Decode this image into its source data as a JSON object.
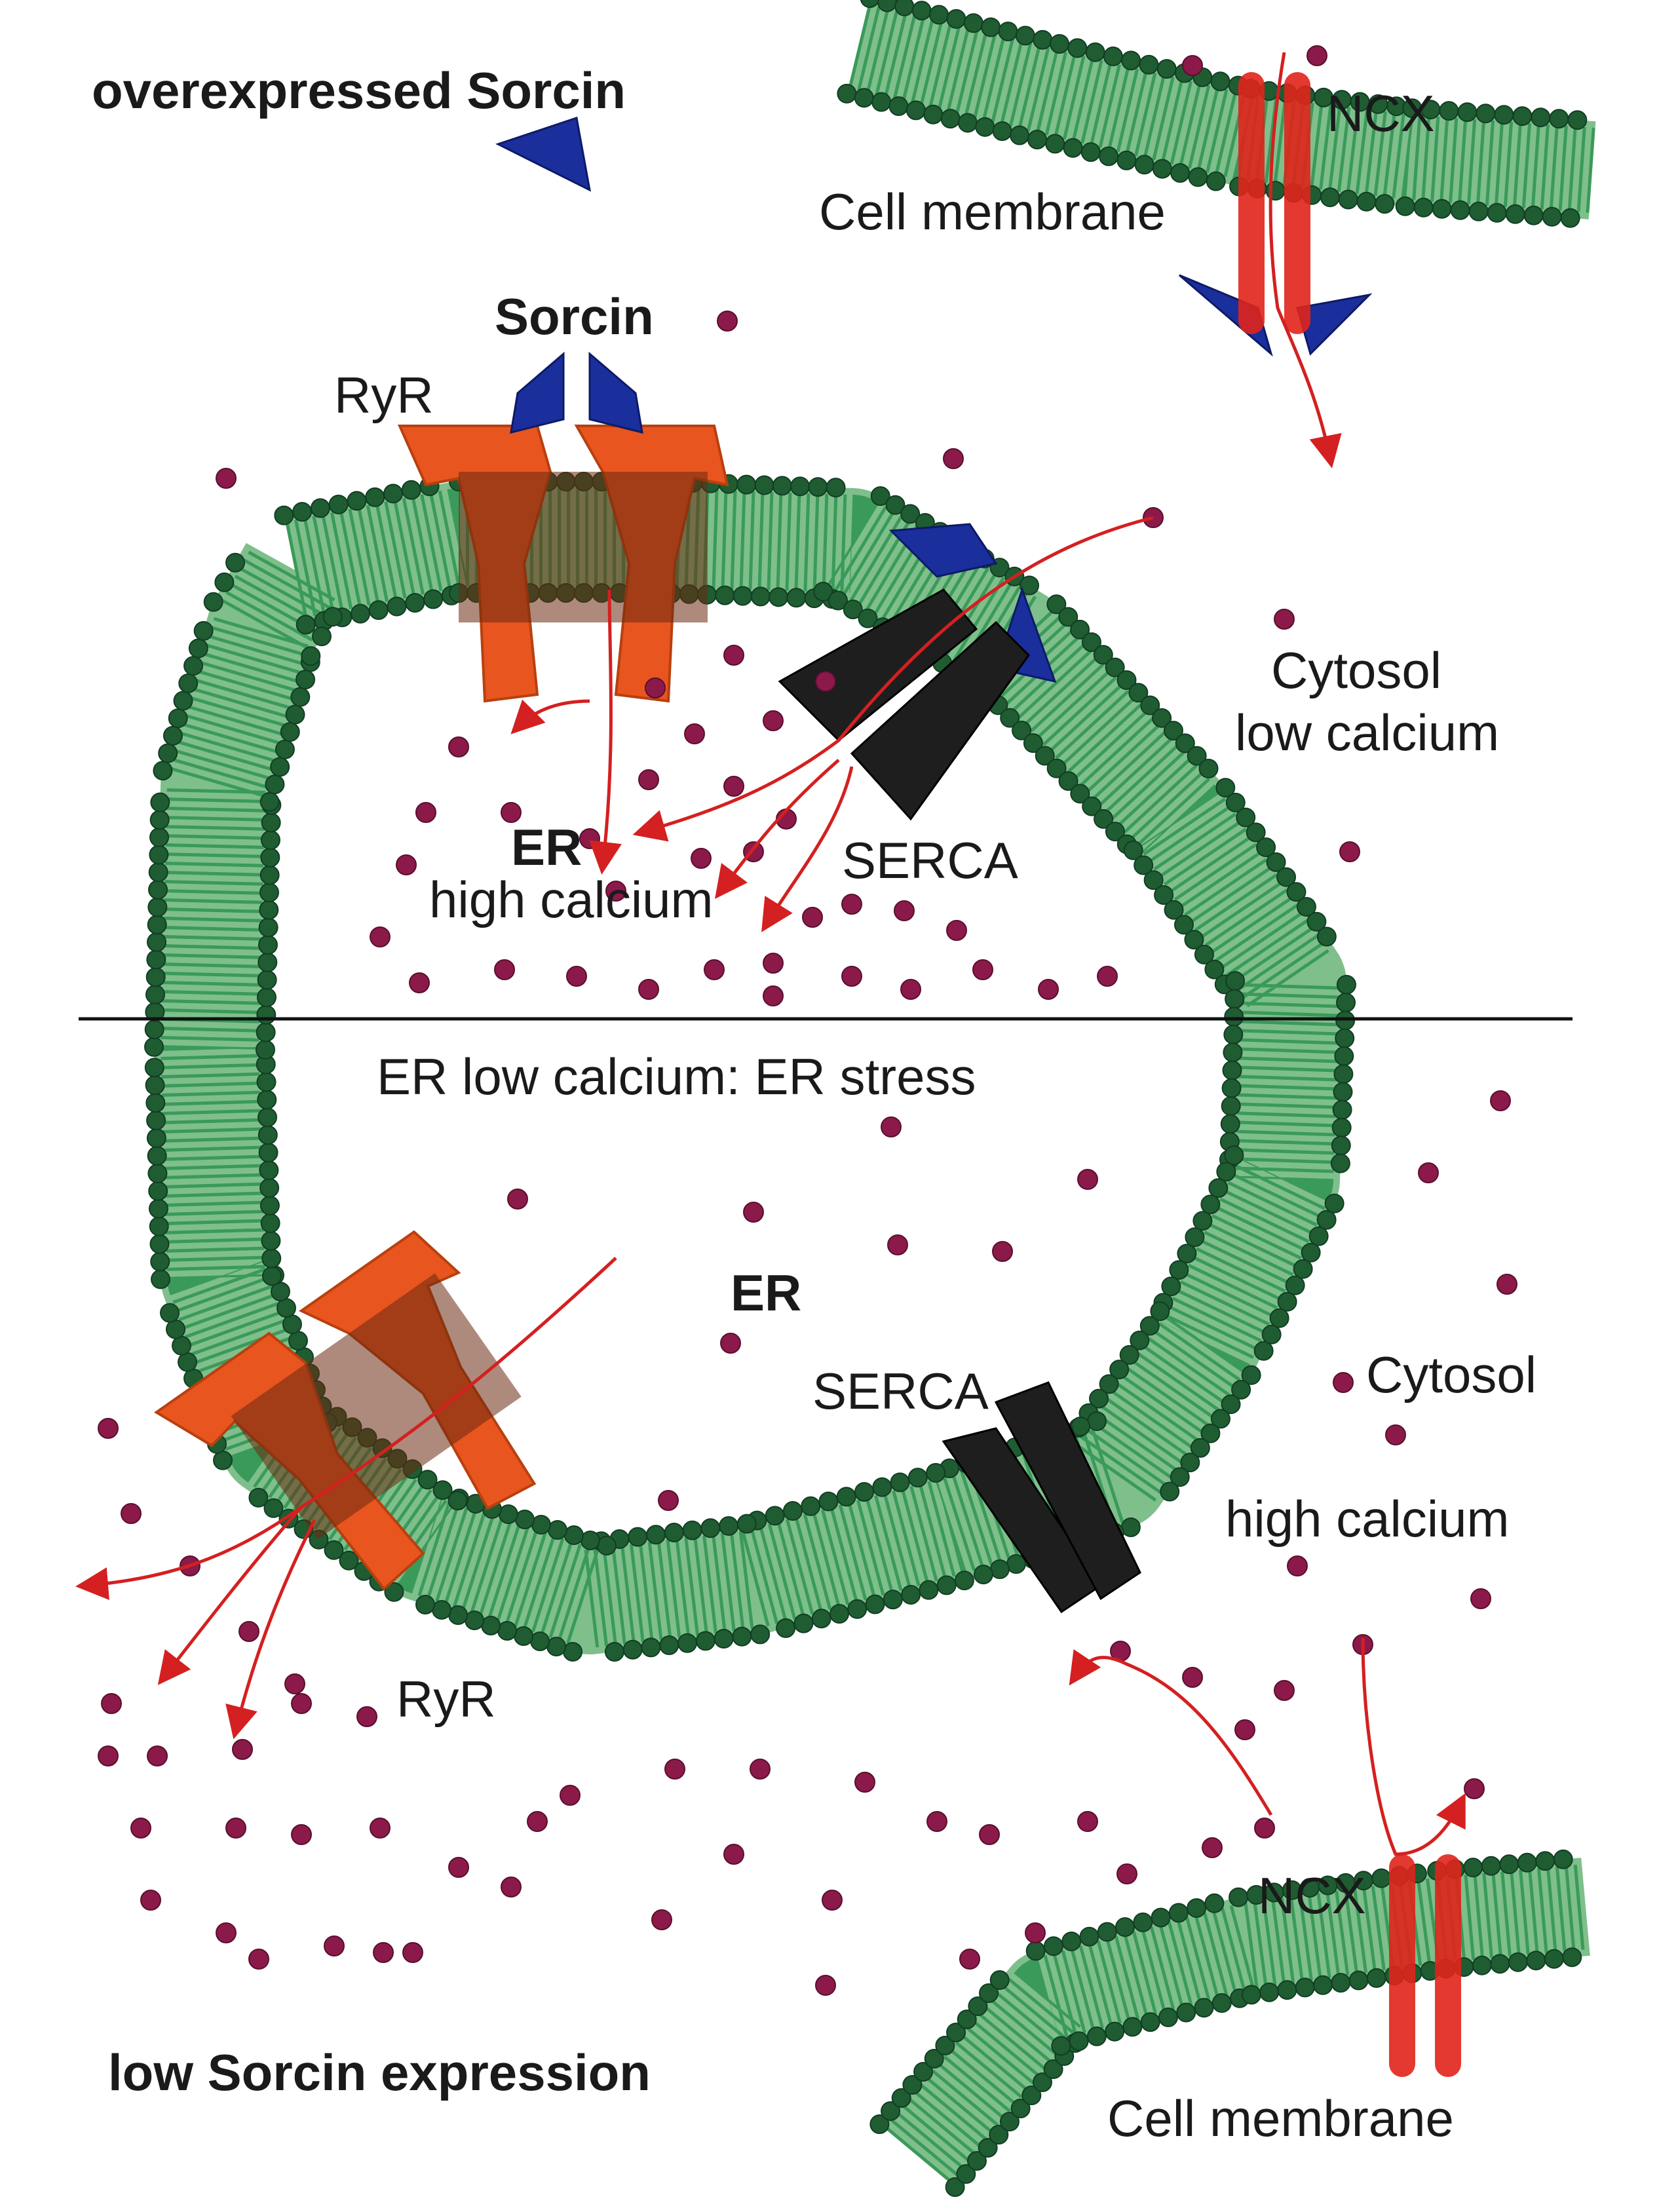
{
  "labels": {
    "overexpressed": "overexpressed Sorcin",
    "low_expression": "low Sorcin expression",
    "sorcin": "Sorcin",
    "ryr_top": "RyR",
    "ryr_bottom": "RyR",
    "ncx_top": "NCX",
    "ncx_bottom": "NCX",
    "cell_membrane_top": "Cell membrane",
    "cell_membrane_bottom": "Cell membrane",
    "serca_top": "SERCA",
    "serca_bottom": "SERCA",
    "er_top": "ER",
    "er_high_calcium": "high calcium",
    "er_stress": "ER low calcium: ER stress",
    "er_bottom": "ER",
    "cytosol_top_1": "Cytosol",
    "cytosol_top_2": "low calcium",
    "cytosol_bottom_1": "Cytosol",
    "cytosol_bottom_2": "high calcium"
  },
  "colors": {
    "membrane": "#2e8b57",
    "membrane_dark": "#1f5c32",
    "ryr": "#e8551f",
    "sorcin": "#1a2f9c",
    "serca": "#222222",
    "ncx": "#e0241b",
    "calcium": "#8b1a4a",
    "arrow": "#d42020"
  }
}
